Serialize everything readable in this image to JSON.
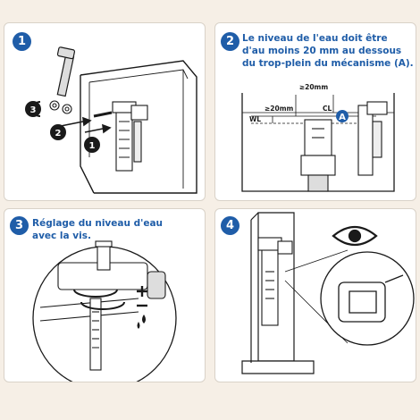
{
  "steps": [
    {
      "number": "1"
    },
    {
      "number": "2",
      "caption_lines": [
        "Le niveau de l'eau doit être",
        "d'au moins 20 mm au dessous",
        "du trop-plein du mécanisme (A)."
      ],
      "labels": {
        "top": "≥20mm",
        "left": "≥20mm",
        "cl": "CL",
        "wl": "WL",
        "marker": "A"
      }
    },
    {
      "number": "3",
      "caption_lines": [
        "Réglage du niveau d'eau",
        "avec la vis."
      ]
    },
    {
      "number": "4"
    }
  ],
  "step1_callouts": {
    "washers": "3",
    "nut": "2",
    "body": "1"
  },
  "colors": {
    "accent": "#1f5da8",
    "background": "#f6efe6",
    "panel": "#ffffff",
    "line": "#1a1a1a"
  },
  "icons": [
    "wrench-icon",
    "eye-icon"
  ]
}
